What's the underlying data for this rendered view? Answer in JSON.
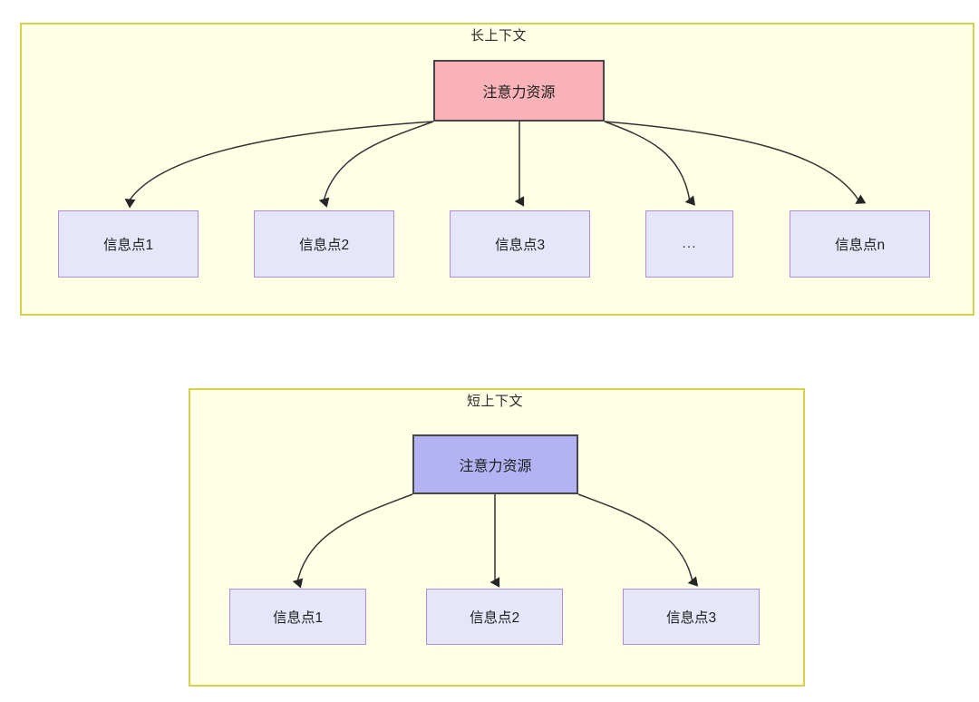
{
  "diagram": {
    "title_hidden": "",
    "colors": {
      "group_fill": "#ffffe6",
      "group_border": "#d6d14a",
      "root_long_fill": "#f9b3b8",
      "root_short_fill": "#b3b3f4",
      "root_border": "#46464a",
      "leaf_fill": "#e6e6fb",
      "leaf_border": "#b08ce0",
      "edge_stroke": "#333333",
      "page_background": "#ffffff"
    },
    "groups": [
      {
        "id": "long-context",
        "label": "长上下文",
        "root": {
          "label": "注意力资源"
        },
        "leaves": [
          {
            "label": "信息点1"
          },
          {
            "label": "信息点2"
          },
          {
            "label": "信息点3"
          },
          {
            "label": "..."
          },
          {
            "label": "信息点n"
          }
        ]
      },
      {
        "id": "short-context",
        "label": "短上下文",
        "root": {
          "label": "注意力资源"
        },
        "leaves": [
          {
            "label": "信息点1"
          },
          {
            "label": "信息点2"
          },
          {
            "label": "信息点3"
          }
        ]
      }
    ]
  }
}
